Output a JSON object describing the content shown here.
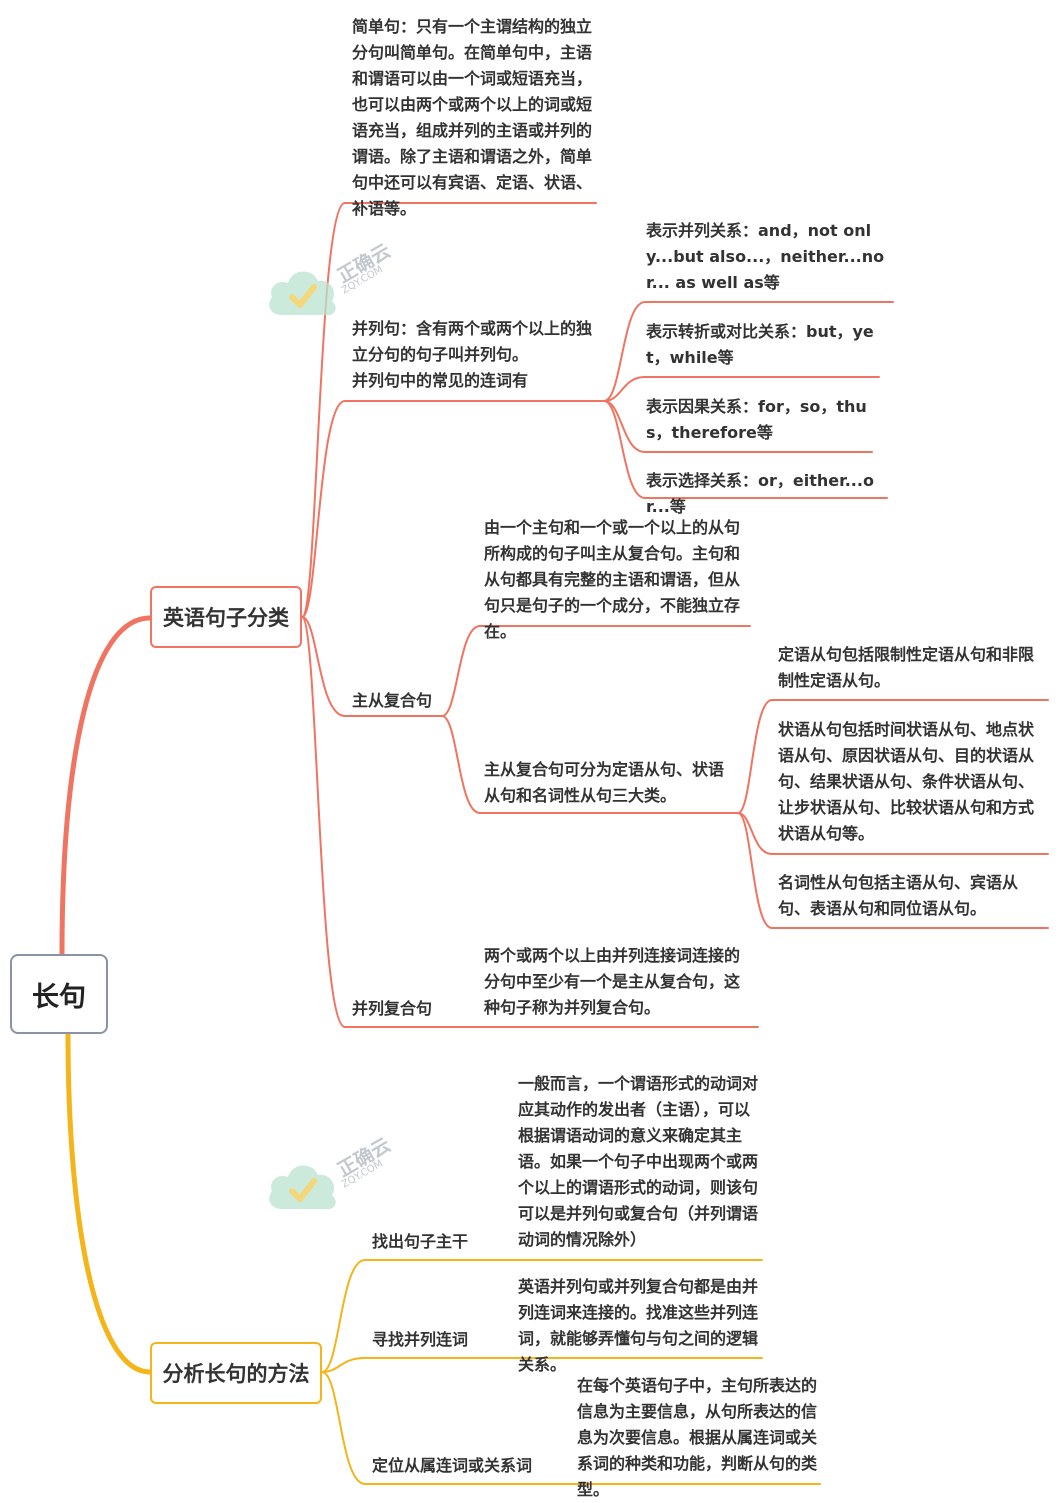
{
  "colors": {
    "branch1": "#ef7462",
    "branch2": "#f4b41a",
    "root_border": "#8a93a3",
    "watermark": "#b9e3cf"
  },
  "watermark": {
    "text": "正确云",
    "sub": "ZQY.COM",
    "icon": "cloud-check-logo"
  },
  "root": {
    "label": "长句"
  },
  "branch1": {
    "label": "英语句子分类",
    "simple": "简单句：只有一个主谓结构的独立分句叫简单句。在简单句中，主语和谓语可以由一个词或短语充当，也可以由两个或两个以上的词或短语充当，组成并列的主语或并列的谓语。除了主语和谓语之外，简单句中还可以有宾语、定语、状语、补语等。",
    "compound": {
      "label_line1": "并列句：含有两个或两个以上的独立分句的句子叫并列句。",
      "label_line2": "并列句中的常见的连词有",
      "children": [
        "表示并列关系：and，not only...but also...，neither...nor... as well as等",
        "表示转折或对比关系：but，yet，while等",
        "表示因果关系：for，so，thus，therefore等",
        "表示选择关系：or，either...or...等"
      ]
    },
    "complex": {
      "label": "主从复合句",
      "definition": "由一个主句和一个或一个以上的从句所构成的句子叫主从复合句。主句和从句都具有完整的主语和谓语，但从句只是句子的一个成分，不能独立存在。",
      "types": "主从复合句可分为定语从句、状语从句和名词性从句三大类。",
      "type_children": [
        "定语从句包括限制性定语从句和非限制性定语从句。",
        "状语从句包括时间状语从句、地点状语从句、原因状语从句、目的状语从句、结果状语从句、条件状语从句、让步状语从句、比较状语从句和方式状语从句等。",
        "名词性从句包括主语从句、宾语从句、表语从句和同位语从句。"
      ]
    },
    "compound_complex": {
      "label": "并列复合句",
      "definition": "两个或两个以上由并列连接词连接的分句中至少有一个是主从复合句，这种句子称为并列复合句。"
    }
  },
  "branch2": {
    "label": "分析长句的方法",
    "find_trunk": {
      "label": "找出句子主干",
      "text": "一般而言，一个谓语形式的动词对应其动作的发出者（主语），可以根据谓语动词的意义来确定其主语。如果一个句子中出现两个或两个以上的谓语形式的动词，则该句可以是并列句或复合句（并列谓语动词的情况除外）"
    },
    "find_conj": {
      "label": "寻找并列连词",
      "text": "英语并列句或并列复合句都是由并列连词来连接的。找准这些并列连词，就能够弄懂句与句之间的逻辑关系。"
    },
    "locate_sub": {
      "label": "定位从属连词或关系词",
      "text": "在每个英语句子中，主句所表达的信息为主要信息，从句所表达的信息为次要信息。根据从属连词或关系词的种类和功能，判断从句的类型。"
    }
  }
}
